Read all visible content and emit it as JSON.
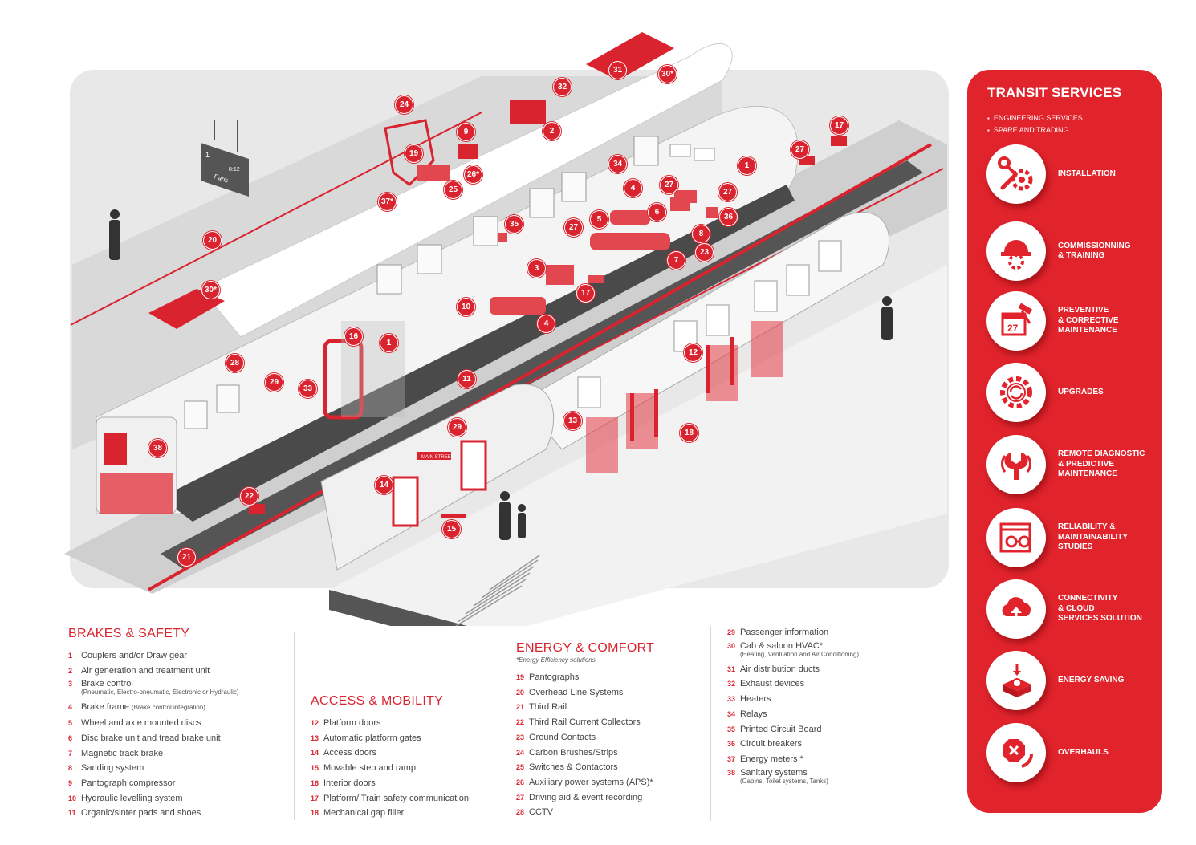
{
  "colors": {
    "accent": "#d9232e",
    "panel": "#e1232c",
    "bg_grey": "#e6e6e6"
  },
  "signboard": {
    "platform": "1",
    "time": "8:12",
    "destination": "Paris"
  },
  "station_sign": "MAIN STREET",
  "badges": [
    "24",
    "19",
    "9",
    "2",
    "32",
    "31",
    "30*",
    "26*",
    "25",
    "37*",
    "20",
    "30*",
    "34",
    "4",
    "27",
    "5",
    "6",
    "35",
    "27",
    "27",
    "1",
    "36",
    "17",
    "27",
    "8",
    "3",
    "7",
    "23",
    "17",
    "10",
    "4",
    "16",
    "1",
    "28",
    "29",
    "33",
    "12",
    "11",
    "13",
    "18",
    "29",
    "38",
    "14",
    "22",
    "15",
    "21"
  ],
  "brakes": {
    "title": "BRAKES & SAFETY",
    "items": [
      {
        "n": "1",
        "label": "Couplers and/or Draw gear"
      },
      {
        "n": "2",
        "label": "Air generation and treatment unit"
      },
      {
        "n": "3",
        "label": "Brake control",
        "note": "(Pneumatic, Electro-pneumatic, Electronic or Hydraulic)"
      },
      {
        "n": "4",
        "label": "Brake frame",
        "small": "(Brake control integration)"
      },
      {
        "n": "5",
        "label": "Wheel and axle mounted discs"
      },
      {
        "n": "6",
        "label": "Disc brake unit and tread brake unit"
      },
      {
        "n": "7",
        "label": "Magnetic track brake"
      },
      {
        "n": "8",
        "label": "Sanding system"
      },
      {
        "n": "9",
        "label": "Pantograph compressor"
      },
      {
        "n": "10",
        "label": "Hydraulic levelling system"
      },
      {
        "n": "11",
        "label": "Organic/sinter pads and shoes"
      }
    ]
  },
  "access": {
    "title": "ACCESS & MOBILITY",
    "items": [
      {
        "n": "12",
        "label": "Platform doors"
      },
      {
        "n": "13",
        "label": "Automatic platform gates"
      },
      {
        "n": "14",
        "label": "Access doors"
      },
      {
        "n": "15",
        "label": "Movable step and ramp"
      },
      {
        "n": "16",
        "label": "Interior doors"
      },
      {
        "n": "17",
        "label": "Platform/ Train safety communication"
      },
      {
        "n": "18",
        "label": "Mechanical gap filler"
      }
    ]
  },
  "energy": {
    "title": "ENERGY & COMFORT",
    "subtitle": "*Energy Efficiency solutions",
    "items": [
      {
        "n": "19",
        "label": "Pantographs"
      },
      {
        "n": "20",
        "label": "Overhead Line Systems"
      },
      {
        "n": "21",
        "label": "Third Rail"
      },
      {
        "n": "22",
        "label": "Third Rail Current Collectors"
      },
      {
        "n": "23",
        "label": "Ground Contacts"
      },
      {
        "n": "24",
        "label": "Carbon Brushes/Strips"
      },
      {
        "n": "25",
        "label": "Switches & Contactors"
      },
      {
        "n": "26",
        "label": "Auxiliary power systems (APS)*"
      },
      {
        "n": "27",
        "label": "Driving aid & event recording"
      },
      {
        "n": "28",
        "label": "CCTV"
      }
    ]
  },
  "energy2": {
    "items": [
      {
        "n": "29",
        "label": "Passenger information"
      },
      {
        "n": "30",
        "label": "Cab & saloon HVAC*",
        "note": "(Heating, Ventilation and Air Conditioning)"
      },
      {
        "n": "31",
        "label": "Air distribution ducts"
      },
      {
        "n": "32",
        "label": "Exhaust devices"
      },
      {
        "n": "33",
        "label": "Heaters"
      },
      {
        "n": "34",
        "label": "Relays"
      },
      {
        "n": "35",
        "label": "Printed Circuit Board"
      },
      {
        "n": "36",
        "label": "Circuit breakers"
      },
      {
        "n": "37",
        "label": "Energy meters *"
      },
      {
        "n": "38",
        "label": "Sanitary systems",
        "note": "(Cabins, Toilet systems, Tanks)"
      }
    ]
  },
  "services": {
    "title": "TRANSIT SERVICES",
    "bullets": [
      "ENGINEERING SERVICES",
      "SPARE AND TRADING"
    ],
    "items": [
      {
        "icon": "wrench-gear-icon",
        "label": "INSTALLATION"
      },
      {
        "icon": "hard-hat-gear-icon",
        "label": "COMMISSIONNING\n& TRAINING"
      },
      {
        "icon": "calendar-hammer-icon",
        "label": "PREVENTIVE\n& CORRECTIVE\nMAINTENANCE",
        "day": "27"
      },
      {
        "icon": "gear-refresh-icon",
        "label": "UPGRADES"
      },
      {
        "icon": "remote-wrench-icon",
        "label": "REMOTE DIAGNOSTIC\n& PREDICTIVE\nMAINTENANCE"
      },
      {
        "icon": "window-glasses-icon",
        "label": "RELIABILITY &\nMAINTAINABILITY\nSTUDIES"
      },
      {
        "icon": "cloud-upload-icon",
        "label": "CONNECTIVITY\n& CLOUD\nSERVICES SOLUTION"
      },
      {
        "icon": "coin-box-icon",
        "label": "ENERGY SAVING"
      },
      {
        "icon": "wrench-refresh-icon",
        "label": "OVERHAULS"
      }
    ]
  }
}
